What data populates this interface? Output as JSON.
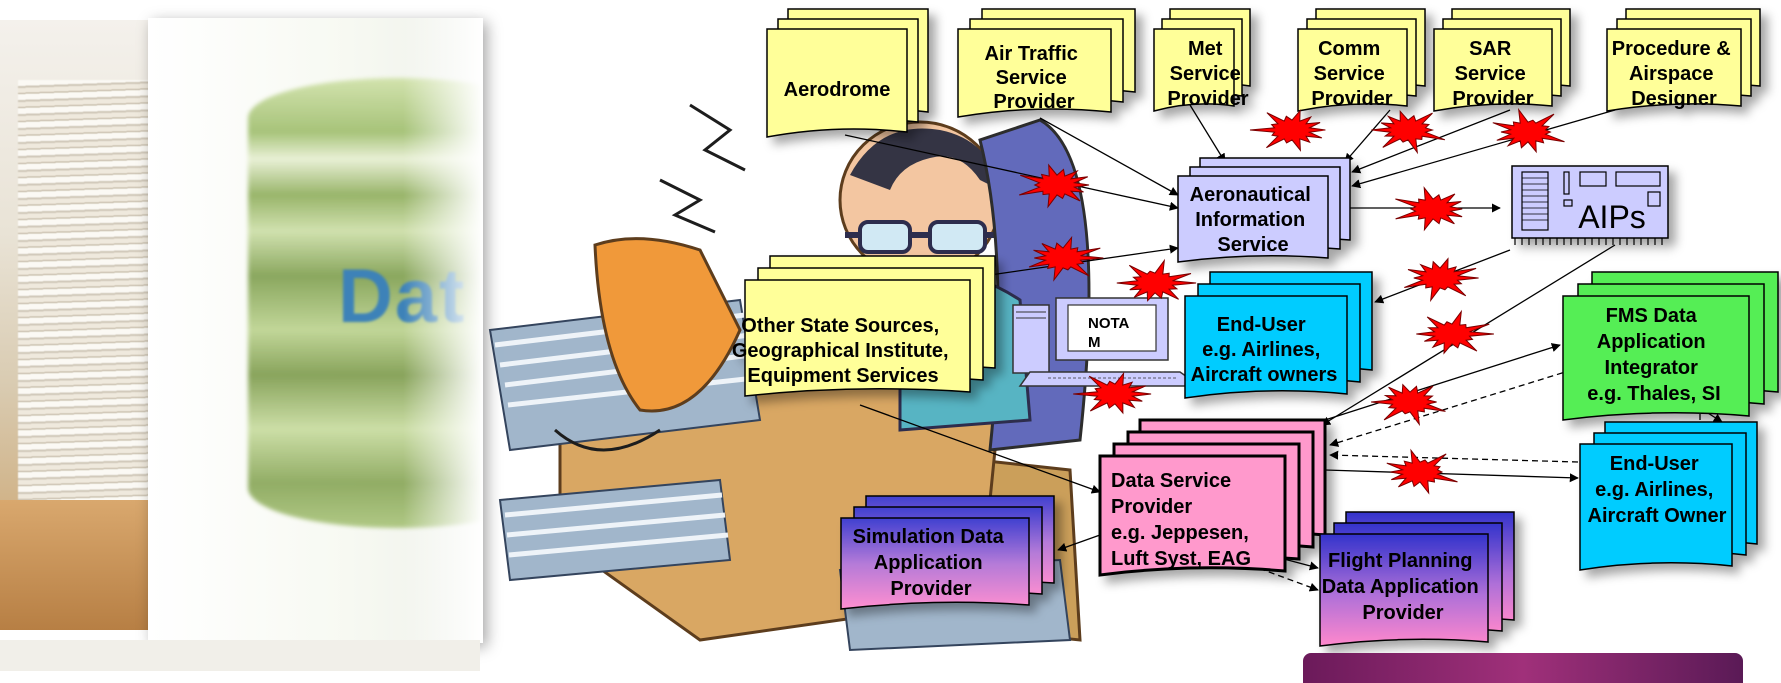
{
  "nodes": {
    "aerodrome": "Aerodrome",
    "ats": [
      "Air Traffic",
      "Service",
      "Provider"
    ],
    "met": [
      "Met",
      "Service",
      "Provider"
    ],
    "comm": [
      "Comm",
      "Service",
      "Provider"
    ],
    "sar": [
      "SAR",
      "Service",
      "Provider"
    ],
    "procedure": [
      "Procedure &",
      "Airspace",
      "Designer"
    ],
    "ais": [
      "Aeronautical",
      "Information",
      "Service"
    ],
    "aips": "AIPs",
    "other_state": [
      "Other State Sources,",
      "Geographical Institute,",
      "Equipment Services"
    ],
    "notam": [
      "NOTA",
      "M"
    ],
    "end_user_1": [
      "End-User",
      "e.g. Airlines,",
      "Aircraft owners"
    ],
    "fms": [
      "FMS Data",
      "Application",
      "Integrator",
      "e.g. Thales, SI"
    ],
    "end_user_2": [
      "End-User",
      "e.g. Airlines,",
      "Aircraft Owner"
    ],
    "dsp": [
      "Data Service",
      "Provider",
      "e.g. Jeppesen,",
      "Luft Syst, EAG"
    ],
    "simulation": [
      "Simulation Data",
      "Application",
      "Provider"
    ],
    "flight_planning": [
      "Flight Planning",
      "Data Application",
      "Provider"
    ]
  },
  "background": {
    "db_photo_text": "Dat"
  },
  "colors": {
    "yellow_doc": "#ffff99",
    "lavender_doc": "#ccccff",
    "cyan_doc": "#00ccff",
    "green_doc": "#55ee55",
    "pink_doc": "#ff99cc",
    "blue_to_pink": "#3344cc",
    "starburst": "#ff0000"
  }
}
